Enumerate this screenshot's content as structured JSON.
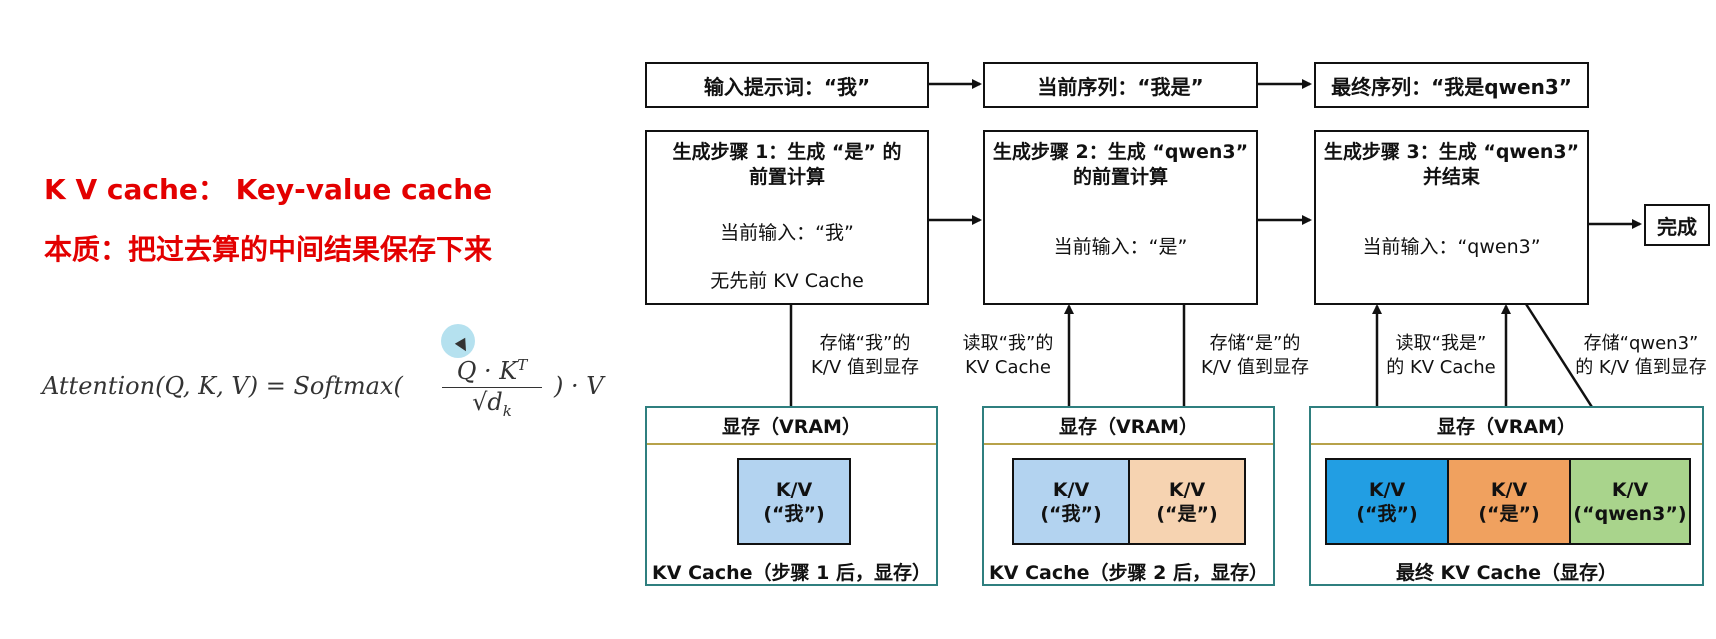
{
  "left": {
    "heading1": "K V cache： Key-value cache",
    "heading2": "本质：把过去算的中间结果保存下来",
    "formula": {
      "lhs": "Attention(Q, K, V) = Softmax(",
      "num": "Q · K",
      "sup": "T",
      "den": "√d",
      "sub": "k",
      "rhs": ") · V"
    }
  },
  "diagram": {
    "top": [
      "输入提示词：“我”",
      "当前序列：“我是”",
      "最终序列：“我是qwen3”"
    ],
    "steps": [
      {
        "title1": "生成步骤 1：生成 “是” 的",
        "title2": "前置计算",
        "input": "当前输入：“我”",
        "note": "无先前 KV Cache"
      },
      {
        "title1": "生成步骤 2：生成 “qwen3”",
        "title2": "的前置计算",
        "input": "当前输入：“是”",
        "note": ""
      },
      {
        "title1": "生成步骤 3：生成 “qwen3”",
        "title2": "并结束",
        "input": "当前输入：“qwen3”",
        "note": ""
      }
    ],
    "done": "完成",
    "arrow_labels": {
      "s1_store": [
        "存储“我”的",
        "K/V 值到显存"
      ],
      "s2_read": [
        "读取“我”的",
        "KV Cache"
      ],
      "s2_store": [
        "存储“是”的",
        "K/V 值到显存"
      ],
      "s3_read": [
        "读取“我是”",
        "的 KV Cache"
      ],
      "s3_store": [
        "存储“qwen3”",
        "的 K/V 值到显存"
      ]
    },
    "vram_title": "显存（VRAM）",
    "vrams": [
      {
        "footer": "KV Cache（步骤 1 后，显存）",
        "cells": [
          [
            "K/V",
            "(“我”)"
          ]
        ]
      },
      {
        "footer": "KV Cache（步骤 2 后，显存）",
        "cells": [
          [
            "K/V",
            "(“我”)"
          ],
          [
            "K/V",
            "(“是”)"
          ]
        ]
      },
      {
        "footer": "最终 KV Cache（显存）",
        "cells": [
          [
            "K/V",
            "(“我”)"
          ],
          [
            "K/V",
            "(“是”)"
          ],
          [
            "K/V",
            "(“qwen3”)"
          ]
        ]
      }
    ],
    "colors": {
      "heading": "#e30000",
      "vram_border": "#2f7f7f",
      "vram_header_line": "#b7a24a",
      "cell_light_blue": "#b3d3f0",
      "cell_light_orange": "#f6d3b1",
      "cell_blue": "#229ee3",
      "cell_orange": "#f0a15f",
      "cell_green": "#a9d48c"
    }
  }
}
